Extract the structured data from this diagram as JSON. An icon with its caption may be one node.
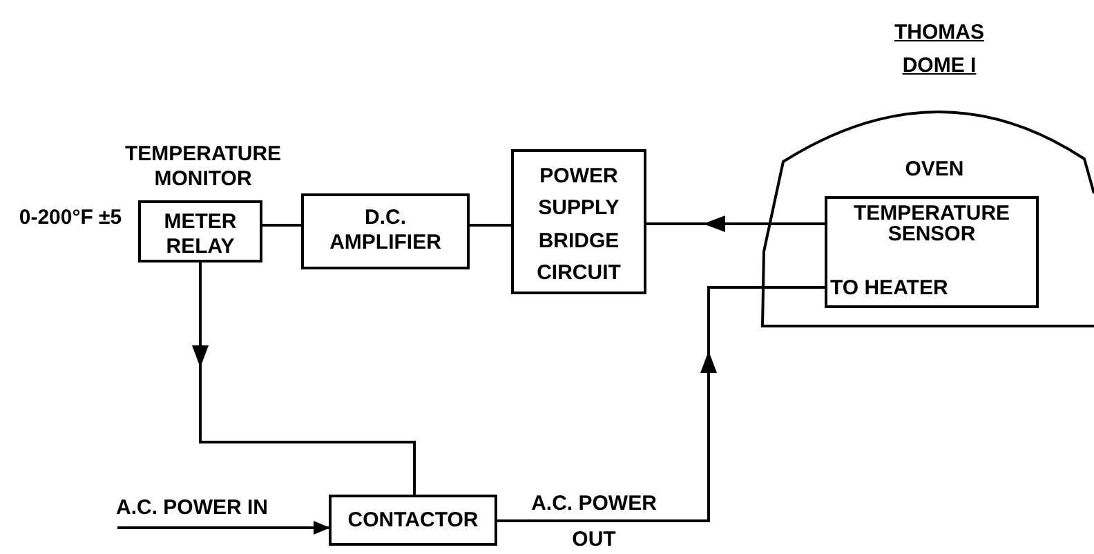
{
  "diagram": {
    "nodes": [
      {
        "text": [
          "TEMPERATURE MONITOR",
          "METER RELAY"
        ],
        "beside": [
          "0-200°F ±5"
        ]
      },
      {
        "text": [
          "D.C. AMPLIFIER"
        ]
      },
      {
        "text": [
          "POWER SUPPLY BRIDGE CIRCUIT"
        ]
      },
      {
        "text": [
          "THOMAS DOME I"
        ]
      },
      {
        "text": [
          "OVEN",
          "TEMPERATURE SENSOR",
          "TO HEATER"
        ],
        "in": 3
      },
      {
        "text": [
          "CONTACTOR"
        ]
      }
    ],
    "edges": [
      {
        "from": 0,
        "to": 1,
        "arrow": "none"
      },
      {
        "from": 1,
        "to": 2,
        "arrow": "none"
      },
      {
        "from": 4,
        "to": 2,
        "arrow": "to"
      },
      {
        "from": 0,
        "to": 5,
        "arrow": "to"
      },
      {
        "from": null,
        "to": 5,
        "arrow": "to",
        "label": "A.C. POWER IN"
      },
      {
        "from": 5,
        "to": 4,
        "arrow": "to",
        "label": "A.C. POWER OUT"
      }
    ]
  }
}
